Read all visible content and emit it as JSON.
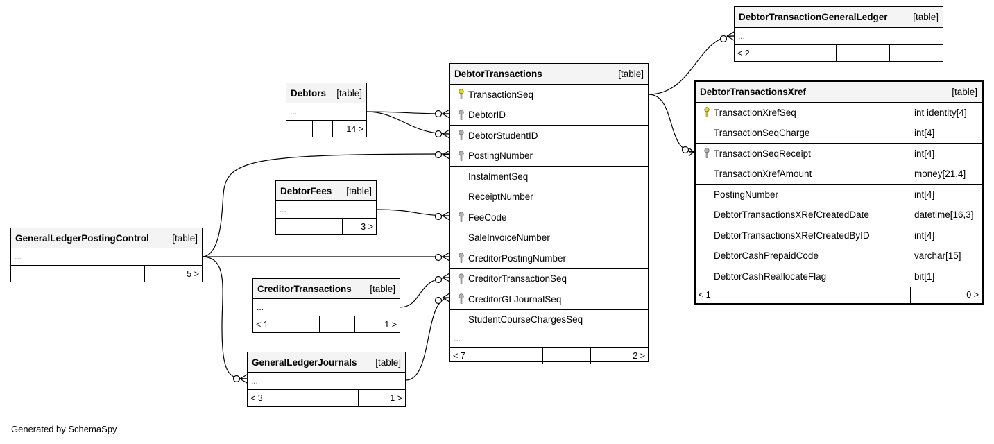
{
  "diagram": {
    "generator_text": "Generated by SchemaSpy",
    "colors": {
      "line": "#000000",
      "header_bg": "#f4f4f4",
      "primary_key": "#e6d800",
      "foreign_key": "#b0b0b0"
    },
    "tables": {
      "debtor_transaction_general_ledger": {
        "name": "DebtorTransactionGeneralLedger",
        "kind": "[table]",
        "ellipsis": "...",
        "footer": [
          "< 2",
          "",
          ""
        ]
      },
      "debtor_transactions": {
        "name": "DebtorTransactions",
        "kind": "[table]",
        "columns": [
          "TransactionSeq",
          "DebtorID",
          "DebtorStudentID",
          "PostingNumber",
          "InstalmentSeq",
          "ReceiptNumber",
          "FeeCode",
          "SaleInvoiceNumber",
          "CreditorPostingNumber",
          "CreditorTransactionSeq",
          "CreditorGLJournalSeq",
          "StudentCourseChargesSeq"
        ],
        "key_icons": [
          "primary-key",
          "foreign-key",
          "foreign-key",
          "foreign-key",
          "none",
          "none",
          "foreign-key",
          "none",
          "foreign-key",
          "foreign-key",
          "foreign-key",
          "none"
        ],
        "ellipsis": "...",
        "footer": [
          "< 7",
          "",
          "2 >"
        ]
      },
      "debtor_transactions_xref": {
        "name": "DebtorTransactionsXref",
        "kind": "[table]",
        "columns": [
          {
            "name": "TransactionXrefSeq",
            "type": "int identity[4]",
            "key": "primary-key"
          },
          {
            "name": "TransactionSeqCharge",
            "type": "int[4]",
            "key": "none"
          },
          {
            "name": "TransactionSeqReceipt",
            "type": "int[4]",
            "key": "foreign-key"
          },
          {
            "name": "TransactionXrefAmount",
            "type": "money[21,4]",
            "key": "none"
          },
          {
            "name": "PostingNumber",
            "type": "int[4]",
            "key": "none"
          },
          {
            "name": "DebtorTransactionsXRefCreatedDate",
            "type": "datetime[16,3]",
            "key": "none"
          },
          {
            "name": "DebtorTransactionsXRefCreatedByID",
            "type": "int[4]",
            "key": "none"
          },
          {
            "name": "DebtorCashPrepaidCode",
            "type": "varchar[15]",
            "key": "none"
          },
          {
            "name": "DebtorCashReallocateFlag",
            "type": "bit[1]",
            "key": "none"
          }
        ],
        "footer": [
          "< 1",
          "",
          "0 >"
        ]
      },
      "debtors": {
        "name": "Debtors",
        "kind": "[table]",
        "ellipsis": "...",
        "footer": [
          "",
          "",
          "14 >"
        ]
      },
      "debtor_fees": {
        "name": "DebtorFees",
        "kind": "[table]",
        "ellipsis": "...",
        "footer": [
          "",
          "",
          "3 >"
        ]
      },
      "general_ledger_posting_control": {
        "name": "GeneralLedgerPostingControl",
        "kind": "[table]",
        "ellipsis": "...",
        "footer": [
          "",
          "",
          "5 >"
        ]
      },
      "creditor_transactions": {
        "name": "CreditorTransactions",
        "kind": "[table]",
        "ellipsis": "...",
        "footer": [
          "< 1",
          "",
          "1 >"
        ]
      },
      "general_ledger_journals": {
        "name": "GeneralLedgerJournals",
        "kind": "[table]",
        "ellipsis": "...",
        "footer": [
          "< 3",
          "",
          "1 >"
        ]
      }
    },
    "relationships": [
      {
        "from": "DebtorTransactions.TransactionSeq",
        "to": "DebtorTransactionGeneralLedger"
      },
      {
        "from": "DebtorTransactions.TransactionSeq",
        "to": "DebtorTransactionsXref.TransactionSeqReceipt"
      },
      {
        "from": "Debtors",
        "to": "DebtorTransactions.DebtorID"
      },
      {
        "from": "Debtors",
        "to": "DebtorTransactions.DebtorStudentID"
      },
      {
        "from": "GeneralLedgerPostingControl",
        "to": "DebtorTransactions.PostingNumber"
      },
      {
        "from": "DebtorFees",
        "to": "DebtorTransactions.FeeCode"
      },
      {
        "from": "GeneralLedgerPostingControl",
        "to": "DebtorTransactions.CreditorPostingNumber"
      },
      {
        "from": "CreditorTransactions",
        "to": "DebtorTransactions.CreditorTransactionSeq"
      },
      {
        "from": "GeneralLedgerJournals",
        "to": "DebtorTransactions.CreditorGLJournalSeq"
      },
      {
        "from": "GeneralLedgerPostingControl",
        "to": "GeneralLedgerJournals"
      }
    ]
  }
}
